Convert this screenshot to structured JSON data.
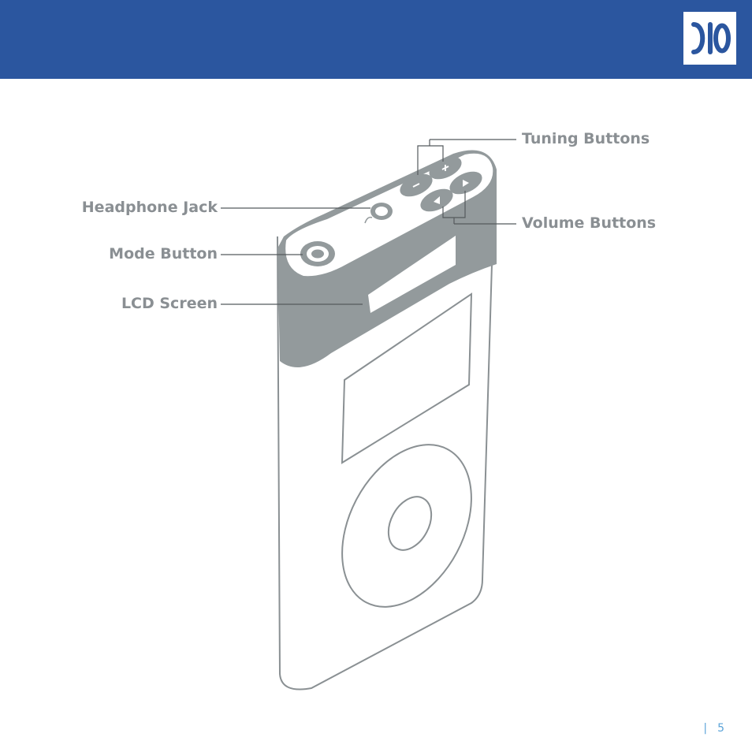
{
  "header": {
    "logo_text": "DIO",
    "color": "#2b569f"
  },
  "callouts": {
    "tuning": "Tuning Buttons",
    "headphone": "Headphone Jack",
    "mode": "Mode Button",
    "lcd": "LCD Screen",
    "volume": "Volume Buttons"
  },
  "footer": {
    "separator": "|",
    "page_number": "5"
  },
  "colors": {
    "device_cap": "#939a9c",
    "device_outline": "#8a9093",
    "label_text": "#8a8f93",
    "accent": "#5ba3d8"
  },
  "icons": [
    "logo-icon",
    "headphone-icon",
    "plus-icon",
    "minus-icon",
    "volume-up-icon",
    "volume-down-icon",
    "mode-ring-icon"
  ]
}
